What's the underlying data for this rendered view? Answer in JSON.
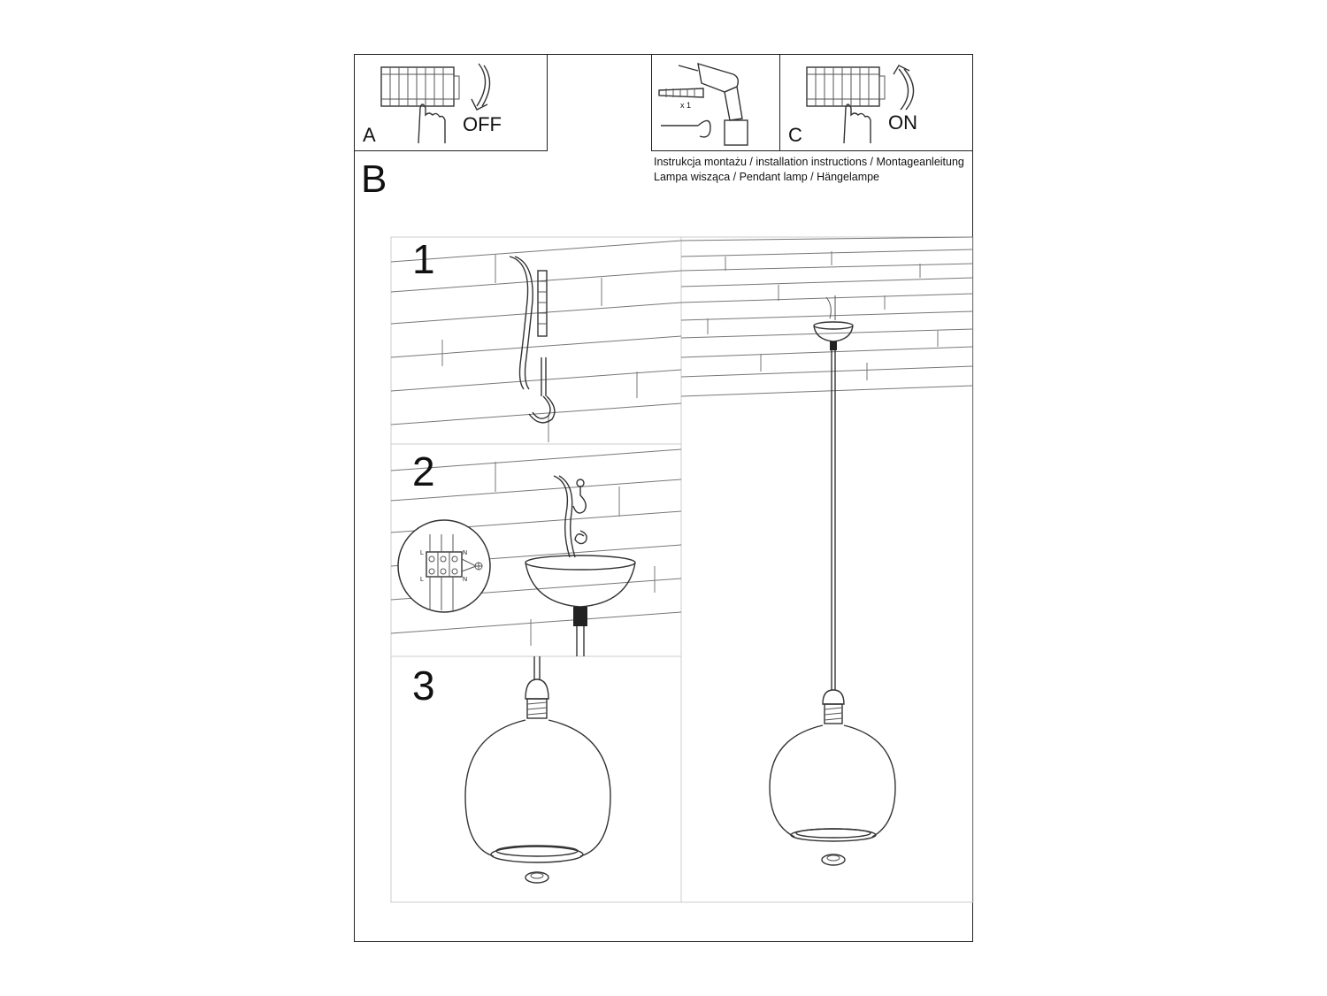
{
  "box_a": {
    "letter": "A",
    "state": "OFF"
  },
  "box_c": {
    "letter": "C",
    "state": "ON"
  },
  "drill": {
    "quantity": "x 1"
  },
  "section_b": {
    "letter": "B"
  },
  "header": {
    "line1": "Instrukcja montażu / installation instructions / Montageanleitung",
    "line2": "Lampa wisząca / Pendant lamp / Hängelampe"
  },
  "steps": [
    "1",
    "2",
    "3"
  ],
  "terminal_labels": {
    "left_top": "L",
    "left_bottom": "L",
    "right_top": "N",
    "right_bottom": "N"
  },
  "icons": [
    "breaker-panel-icon",
    "hand-icon",
    "arrow-down-icon",
    "arrow-up-icon",
    "drill-icon",
    "wall-plug-icon",
    "screw-hook-icon",
    "earth-ground-icon",
    "terminal-block-icon"
  ]
}
